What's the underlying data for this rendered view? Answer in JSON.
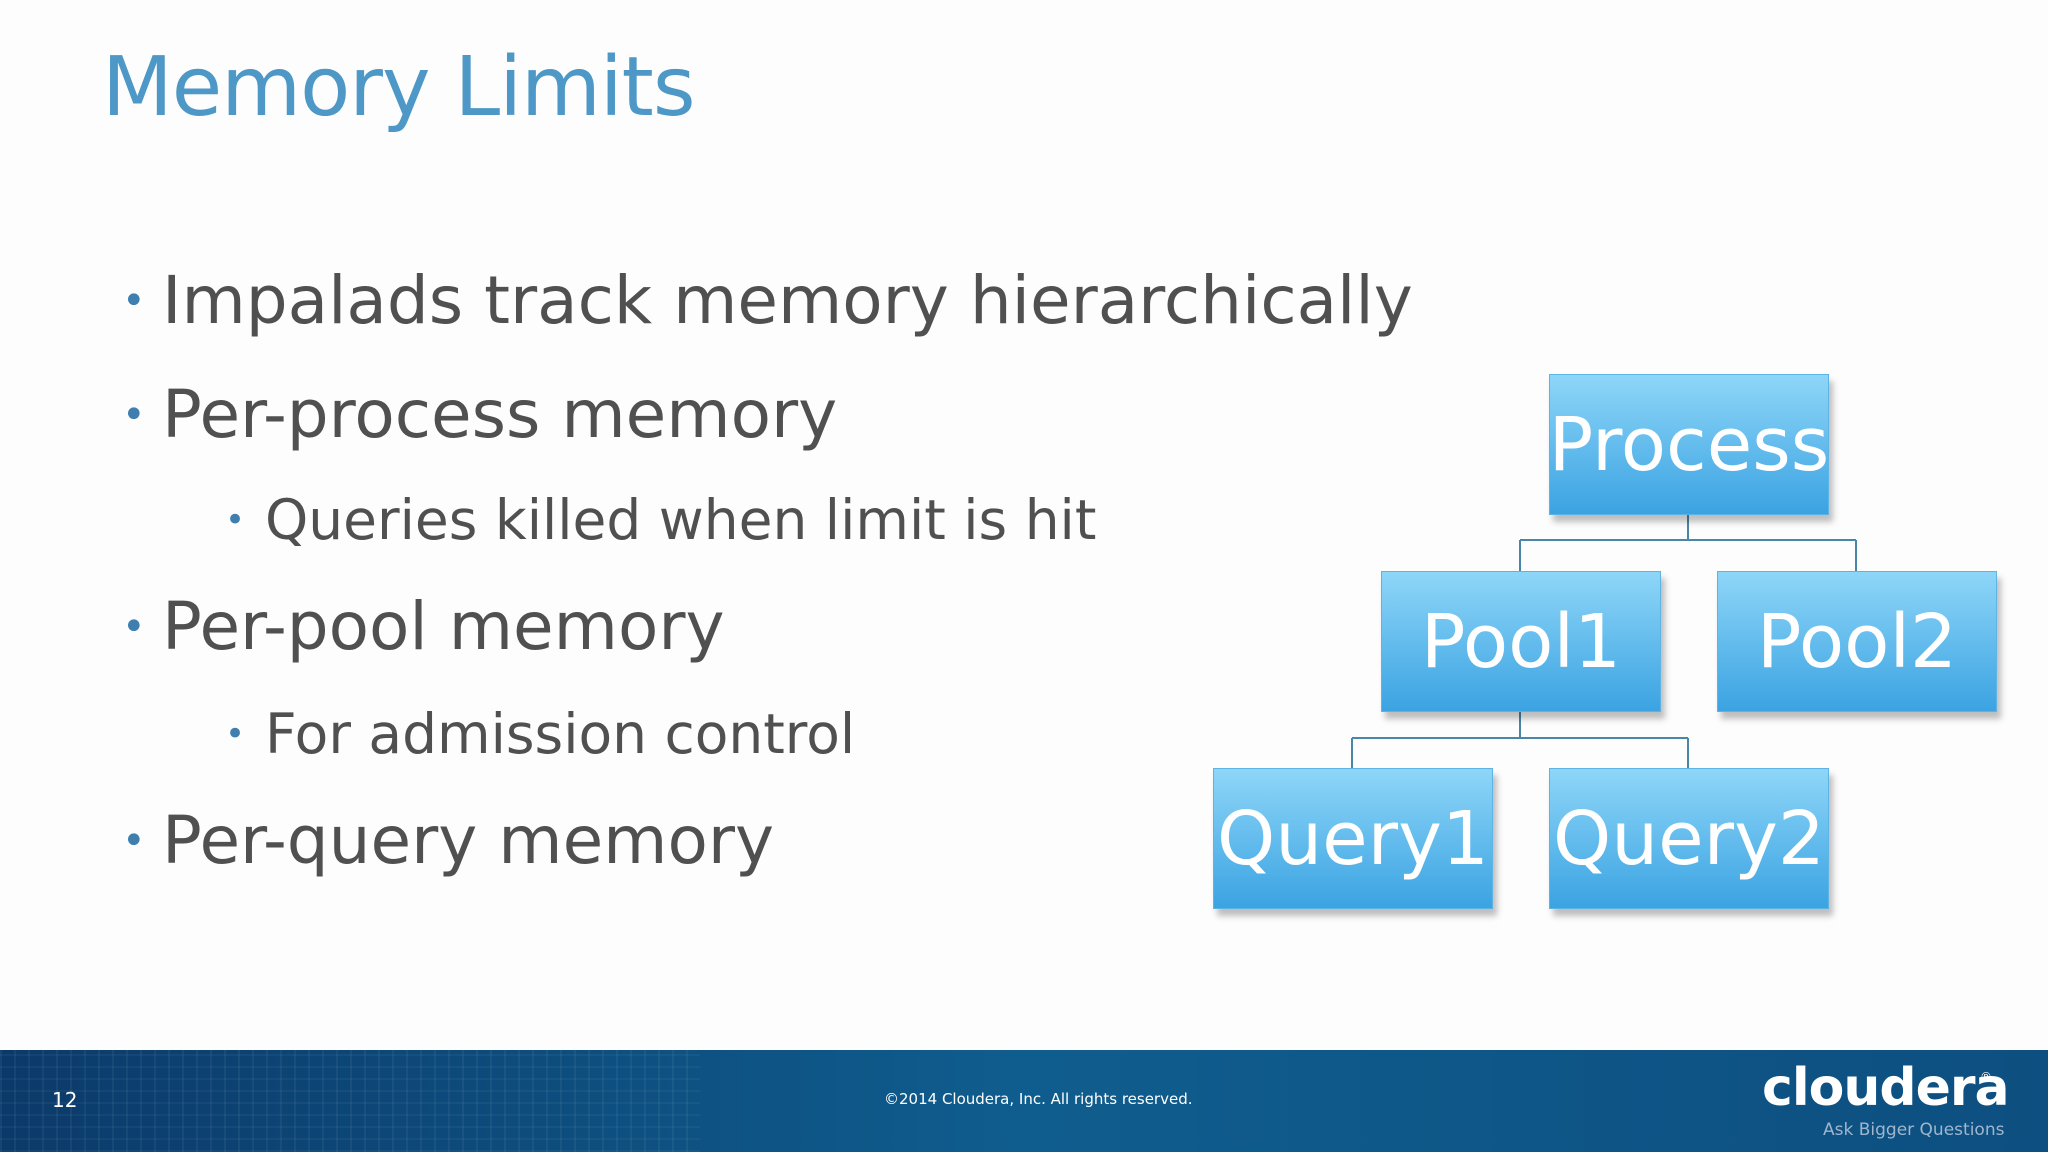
{
  "title": "Memory Limits",
  "bullets": [
    {
      "level": 1,
      "text": "Impalads track memory hierarchically"
    },
    {
      "level": 1,
      "text": "Per-process memory"
    },
    {
      "level": 2,
      "text": "Queries killed when limit is hit"
    },
    {
      "level": 1,
      "text": "Per-pool memory"
    },
    {
      "level": 2,
      "text": "For admission control"
    },
    {
      "level": 1,
      "text": "Per-query memory"
    }
  ],
  "bullet_glyph": "•",
  "tree": {
    "root": "Process",
    "pool1": "Pool1",
    "pool2": "Pool2",
    "query1": "Query1",
    "query2": "Query2",
    "node_color_top": "#8ed6f8",
    "node_color_bottom": "#3ba3e2",
    "connector_color": "#4a86a8"
  },
  "footer": {
    "page_number": "12",
    "copyright": "©2014 Cloudera, Inc. All rights reserved.",
    "logo_text": "cloudera",
    "logo_mark": "®",
    "tagline": "Ask Bigger Questions"
  },
  "colors": {
    "title": "#4d98c6",
    "body_text": "#505050",
    "bullet_dot": "#3f7fb0",
    "footer_bg": "#0f5d8e"
  }
}
